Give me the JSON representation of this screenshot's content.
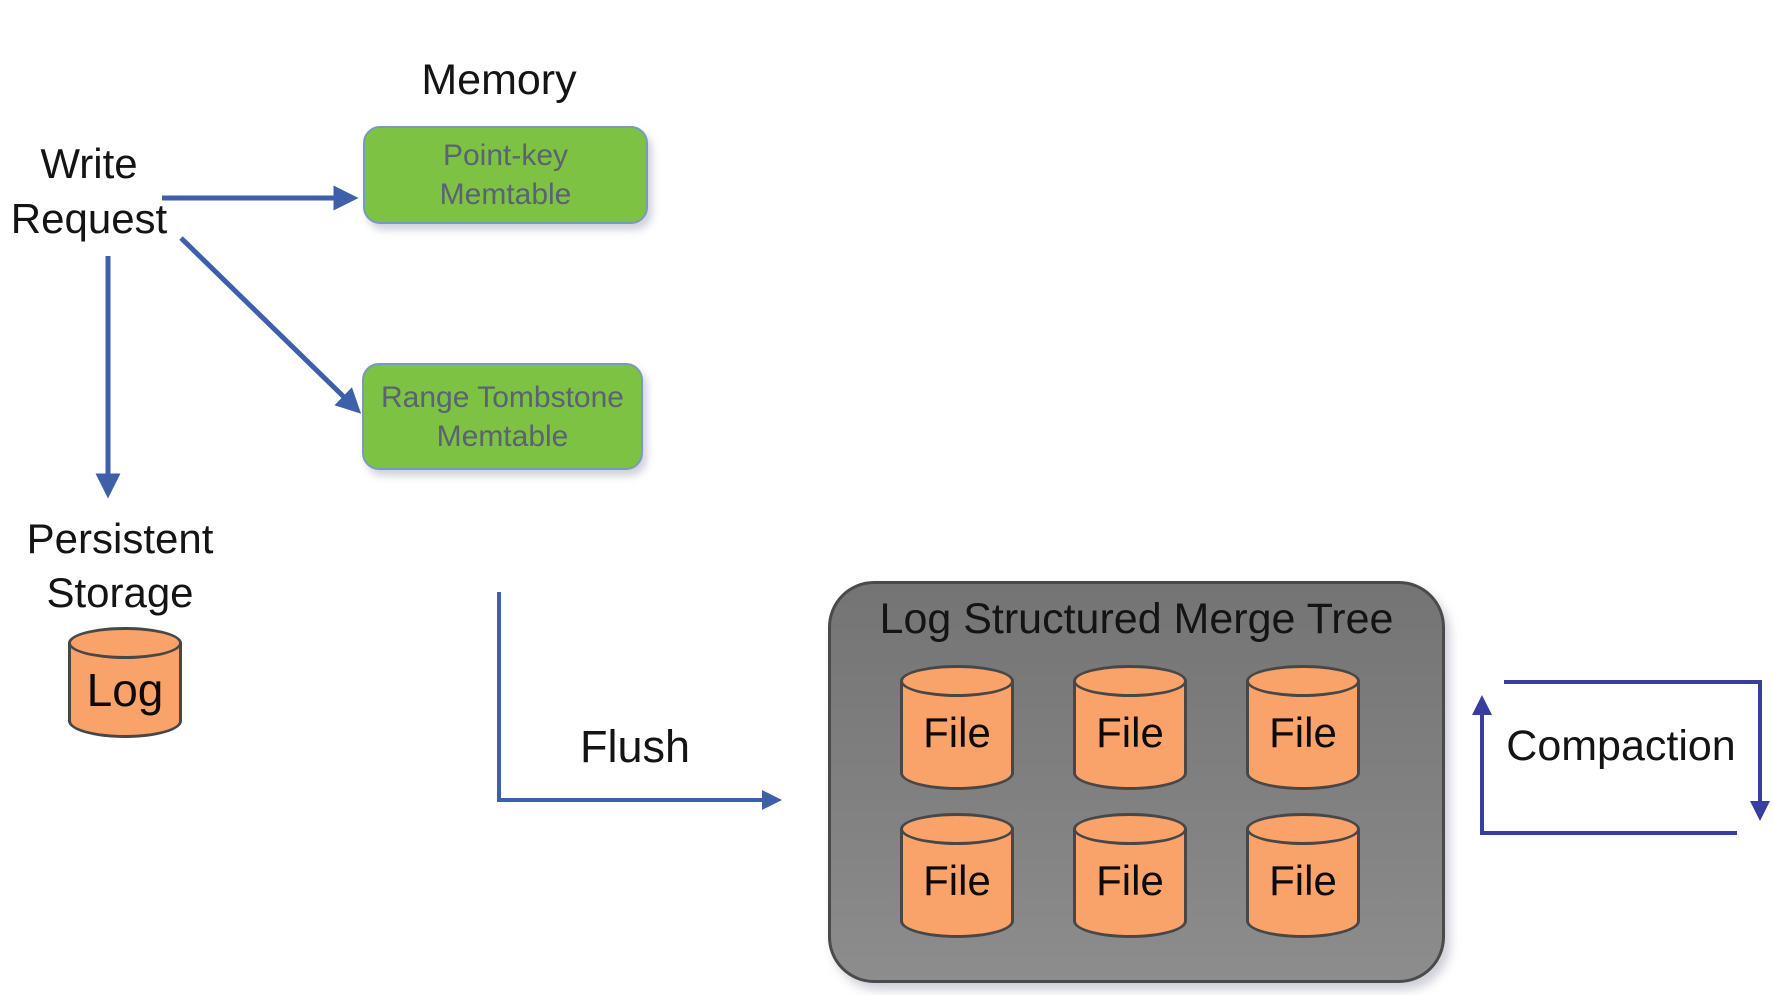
{
  "labels": {
    "memory": "Memory",
    "flush": "Flush",
    "compaction": "Compaction"
  },
  "write_request": {
    "line1": "Write",
    "line2": "Request"
  },
  "persistent_storage": {
    "line1": "Persistent",
    "line2": "Storage",
    "log_label": "Log"
  },
  "memtables": {
    "point_key": {
      "line1": "Point-key",
      "line2": "Memtable"
    },
    "range_tombstone": {
      "line1": "Range Tombstone",
      "line2": "Memtable"
    }
  },
  "lsm": {
    "title": "Log Structured Merge Tree",
    "files": [
      {
        "label": "File"
      },
      {
        "label": "File"
      },
      {
        "label": "File"
      },
      {
        "label": "File"
      },
      {
        "label": "File"
      },
      {
        "label": "File"
      }
    ]
  },
  "colors": {
    "green": "#7DC242",
    "memtable_border": "#7A99C2",
    "memtable_text": "#5B6273",
    "orange": "#F9A269",
    "cyl_border": "#474747",
    "gray_box": "#7E7E7E",
    "arrow_blue": "#3E5FA9",
    "loop_indigo": "#383D9E"
  }
}
